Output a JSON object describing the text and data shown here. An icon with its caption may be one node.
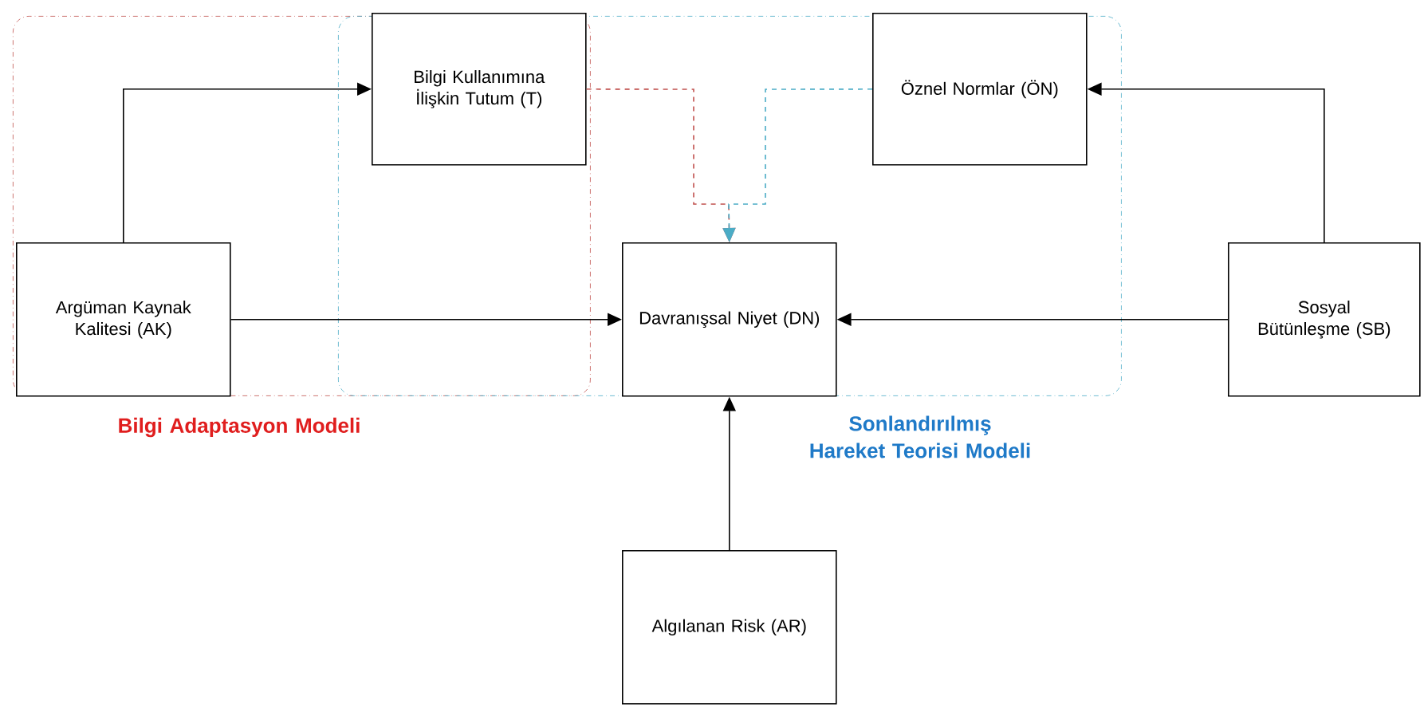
{
  "diagram": {
    "nodes": [
      {
        "text": [
          "Bilgi Adaptasyon Modeli"
        ]
      },
      {
        "text": [
          "Sonlandırılmış Hareket Teorisi Modeli"
        ]
      },
      {
        "text": [
          "Bilgi Kullanımına İlişkin Tutum (T)"
        ]
      },
      {
        "text": [
          "Öznel Normlar (ÖN)"
        ],
        "in": 1
      },
      {
        "text": [
          "Argüman Kaynak Kalitesi (AK)"
        ],
        "in": 0
      },
      {
        "text": [
          "Davranışsal Niyet (DN)"
        ],
        "in": 1
      },
      {
        "text": [
          "Sosyal Bütünleşme (SB)"
        ]
      },
      {
        "text": [
          "Algılanan Risk (AR)"
        ]
      }
    ],
    "edges": [
      {
        "from": 4,
        "to": 2,
        "arrow": "to"
      },
      {
        "from": 4,
        "to": 5,
        "arrow": "to"
      },
      {
        "from": 2,
        "to": 5,
        "arrow": "to",
        "style": "dashed",
        "color": "#c0504d"
      },
      {
        "from": 3,
        "to": 5,
        "arrow": "to",
        "style": "dashed",
        "color": "#4bacc6"
      },
      {
        "from": 6,
        "to": 3,
        "arrow": "to"
      },
      {
        "from": 6,
        "to": 5,
        "arrow": "to"
      },
      {
        "from": 7,
        "to": 5,
        "arrow": "to"
      }
    ]
  }
}
